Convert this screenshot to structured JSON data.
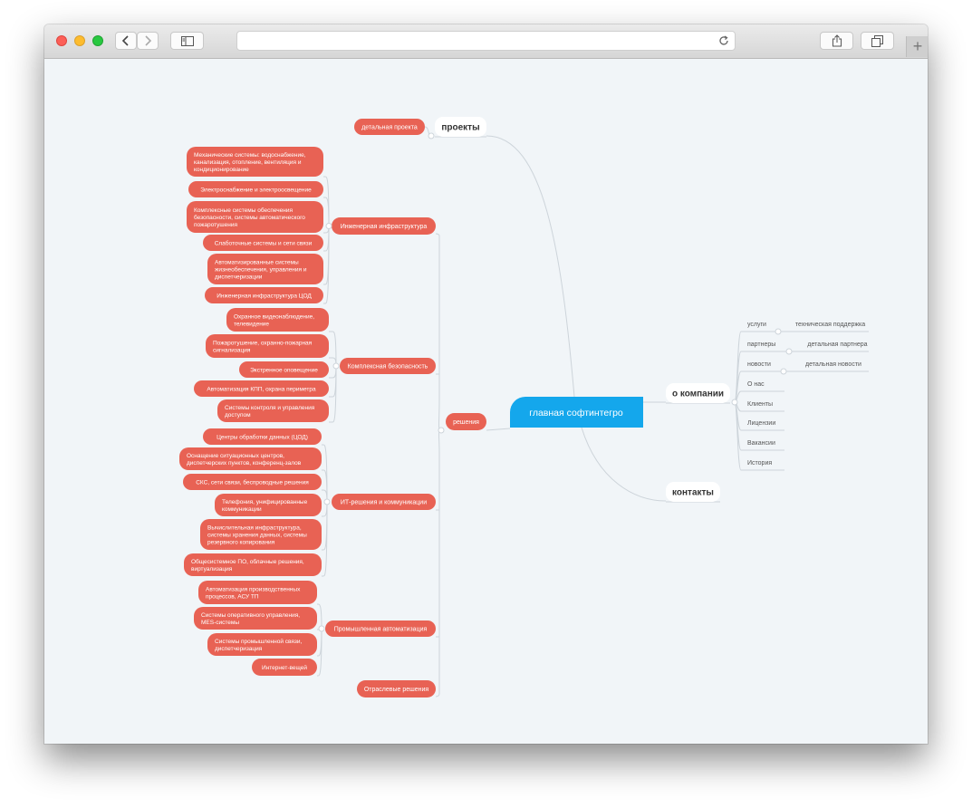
{
  "colors": {
    "red": "#e86254",
    "blue": "#14a7ec",
    "line": "#cdd4da",
    "canvas": "#f1f5f8"
  },
  "toolbar": {
    "back_icon": "chevron-left-icon",
    "forward_icon": "chevron-right-icon",
    "sidebar_icon": "sidebar-icon",
    "reload_icon": "reload-icon",
    "share_icon": "share-icon",
    "tabs_icon": "tabs-icon",
    "new_tab_icon": "plus-icon"
  },
  "mindmap": {
    "central": "главная софтинтегро",
    "projects": {
      "label": "проекты",
      "child": "детальная проекта"
    },
    "solutions": {
      "label": "решения",
      "groups": [
        {
          "label": "Инженерная инфраструктура",
          "items": [
            [
              "Механические системы: водоснабжение,",
              "канализация, отопление, вентиляция и",
              "кондиционирование"
            ],
            [
              "Электроснабжение и электроосвещение"
            ],
            [
              "Комплексные системы обеспечения",
              "безопасности, системы автоматического",
              "пожаротушения"
            ],
            [
              "Слаботочные системы и сети связи"
            ],
            [
              "Автоматизированные системы",
              "жизнеобеспечения, управления и",
              "диспетчеризации"
            ],
            [
              "Инженерная инфраструктура ЦОД"
            ]
          ]
        },
        {
          "label": "Комплексная безопасность",
          "items": [
            [
              "Охранное видеонаблюдение,",
              "телевидение"
            ],
            [
              "Пожаротушение, охранно-пожарная",
              "сигнализация"
            ],
            [
              "Экстренное оповещение"
            ],
            [
              "Автоматизация КПП, охрана периметра"
            ],
            [
              "Системы контроля и управления",
              "доступом"
            ]
          ]
        },
        {
          "label": "ИТ-решения и коммуникации",
          "items": [
            [
              "Центры обработки данных (ЦОД)"
            ],
            [
              "Оснащение ситуационных центров,",
              "диспетчерских пунктов, конференц-залов"
            ],
            [
              "СКС, сети связи, беспроводные решения"
            ],
            [
              "Телефония, унифицированные",
              "коммуникации"
            ],
            [
              "Вычислительная инфраструктура,",
              "системы хранения данных, системы",
              "резервного копирования"
            ],
            [
              "Общесистемное ПО, облачные решения,",
              "виртуализация"
            ]
          ]
        },
        {
          "label": "Промышленная автоматизация",
          "items": [
            [
              "Автоматизация производственных",
              "процессов, АСУ ТП"
            ],
            [
              "Системы оперативного управления,",
              "MES-системы"
            ],
            [
              "Системы промышленной связи,",
              "диспетчеризация"
            ],
            [
              "Интернет-вещей"
            ]
          ]
        },
        {
          "label": "Отраслевые решения",
          "items": []
        }
      ]
    },
    "about": {
      "label": "о компании",
      "items": [
        {
          "label": "услуги",
          "child": "техническая поддержка"
        },
        {
          "label": "партнеры",
          "child": "детальная партнера"
        },
        {
          "label": "новости",
          "child": "детальная новости"
        },
        {
          "label": "О нас",
          "child": null
        },
        {
          "label": "Клиенты",
          "child": null
        },
        {
          "label": "Лицензии",
          "child": null
        },
        {
          "label": "Вакансии",
          "child": null
        },
        {
          "label": "История",
          "child": null
        }
      ]
    },
    "contacts": {
      "label": "контакты"
    }
  }
}
